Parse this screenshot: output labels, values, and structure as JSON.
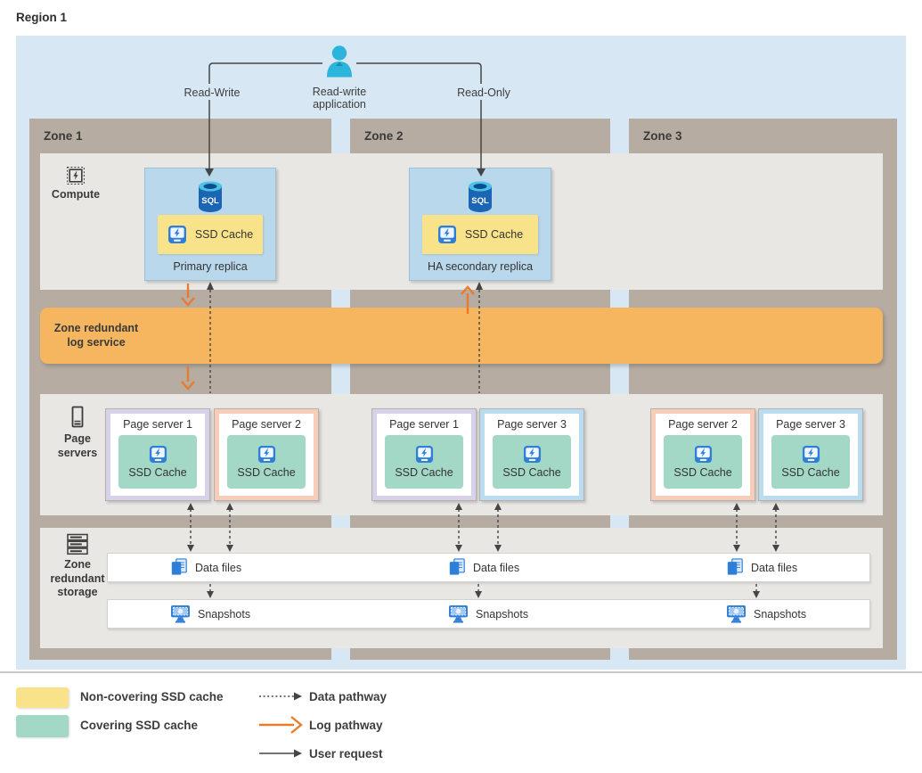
{
  "region": {
    "label": "Region 1"
  },
  "application": {
    "label": "Read-write application",
    "read_write_label": "Read-Write",
    "read_only_label": "Read-Only"
  },
  "zones": [
    {
      "label": "Zone 1"
    },
    {
      "label": "Zone 2"
    },
    {
      "label": "Zone 3"
    }
  ],
  "compute": {
    "rail_label": "Compute",
    "primary": {
      "title": "Primary replica",
      "cache_label": "SSD Cache"
    },
    "secondary": {
      "title": "HA secondary replica",
      "cache_label": "SSD Cache"
    }
  },
  "log_service": {
    "label": "Zone redundant log service"
  },
  "page_servers": {
    "rail_label": "Page servers",
    "cache_label": "SSD Cache",
    "boxes": [
      {
        "zone": "Zone 1",
        "label": "Page server 1",
        "variant": "ps1"
      },
      {
        "zone": "Zone 1",
        "label": "Page server 2",
        "variant": "ps2"
      },
      {
        "zone": "Zone 2",
        "label": "Page server 1",
        "variant": "ps1"
      },
      {
        "zone": "Zone 2",
        "label": "Page server 3",
        "variant": "ps3"
      },
      {
        "zone": "Zone 3",
        "label": "Page server 2",
        "variant": "ps2"
      },
      {
        "zone": "Zone 3",
        "label": "Page server 3",
        "variant": "ps3"
      }
    ]
  },
  "storage": {
    "rail_label": "Zone redundant storage",
    "data_files_label": "Data files",
    "snapshots_label": "Snapshots"
  },
  "legend": {
    "non_covering": "Non-covering SSD cache",
    "covering": "Covering SSD cache",
    "data_pathway": "Data pathway",
    "log_pathway": "Log pathway",
    "user_request": "User request"
  },
  "icons": {
    "user": "user-icon",
    "sql_database": "sql-database-icon",
    "ssd_disk": "ssd-disk-icon",
    "compute_chip": "chip-icon",
    "page_server": "server-icon",
    "storage_stack": "storage-stack-icon",
    "data_files": "data-files-icon",
    "snapshots": "snapshots-icon"
  },
  "colors": {
    "region_blue": "#d7e8f4",
    "zone_taupe": "#b6aca2",
    "strip_gray": "#e9e7e3",
    "replica_blue": "#b9d8ec",
    "non_covering_yellow": "#f9e38a",
    "covering_green": "#a3d7c6",
    "log_band_orange": "#f6b55f",
    "log_arrow_orange": "#e87b2e",
    "ps1_frame_lavender": "#d7d1e9",
    "ps2_frame_peach": "#f7cdb9",
    "ps3_frame_blue": "#badcf0",
    "arrow_dark": "#454545"
  }
}
